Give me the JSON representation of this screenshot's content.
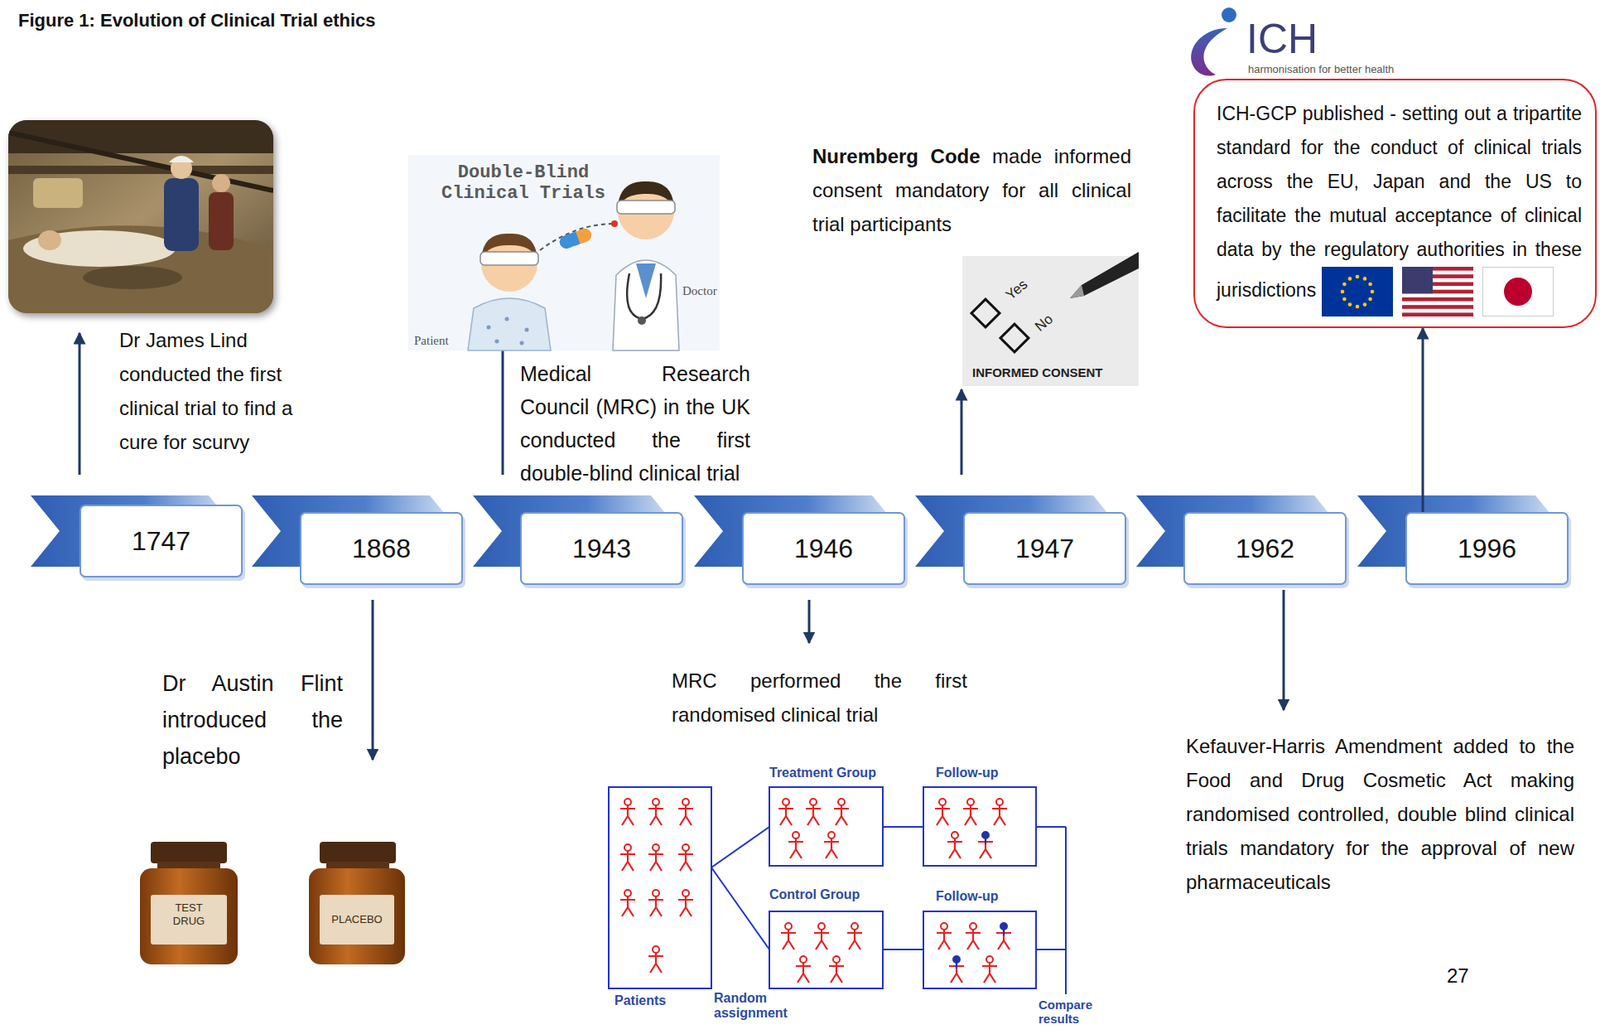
{
  "diagram": {
    "title": "Figure 1: Evolution of Clinical Trial ethics",
    "nodes": [
      {
        "text": [
          "1747"
        ]
      },
      {
        "text": [
          "1868"
        ]
      },
      {
        "text": [
          "1943"
        ]
      },
      {
        "text": [
          "1946"
        ]
      },
      {
        "text": [
          "1947"
        ]
      },
      {
        "text": [
          "1962"
        ]
      },
      {
        "text": [
          "1996"
        ]
      },
      {
        "text": [
          "ICH-GCP published - setting out a tripartite standard for the conduct of clinical trials across the EU, Japan and the US to facilitate the mutual acceptance of clinical data by the regulatory authorities in these jurisdictions"
        ]
      }
    ],
    "edges": [
      {
        "from": 6,
        "to": 7,
        "arrow": "to"
      }
    ],
    "labels": [
      "ICH",
      "harmonisation for better health",
      "Double-Blind Clinical Trials",
      "Nuremberg Code",
      "made informed consent mandatory for all clinical trial participants",
      "Doctor",
      "Yes",
      "No",
      "INFORMED CONSENT",
      "Patient",
      "Dr James Lind conducted the first clinical trial to find a cure for scurvy",
      "Medical Research Council (MRC) in the UK conducted the first double-blind clinical trial",
      "Dr Austin Flint introduced the placebo",
      "MRC performed the first randomised clinical trial",
      "Kefauver-Harris Amendment added to the Food and Drug Cosmetic Act making randomised controlled, double blind clinical trials mandatory for the approval of new pharmaceuticals",
      "Treatment Group",
      "Follow-up",
      "TEST DRUG",
      "PLACEBO",
      "Control Group",
      "Follow-up",
      "27",
      "Patients",
      "Random assignment",
      "Compare results"
    ]
  }
}
